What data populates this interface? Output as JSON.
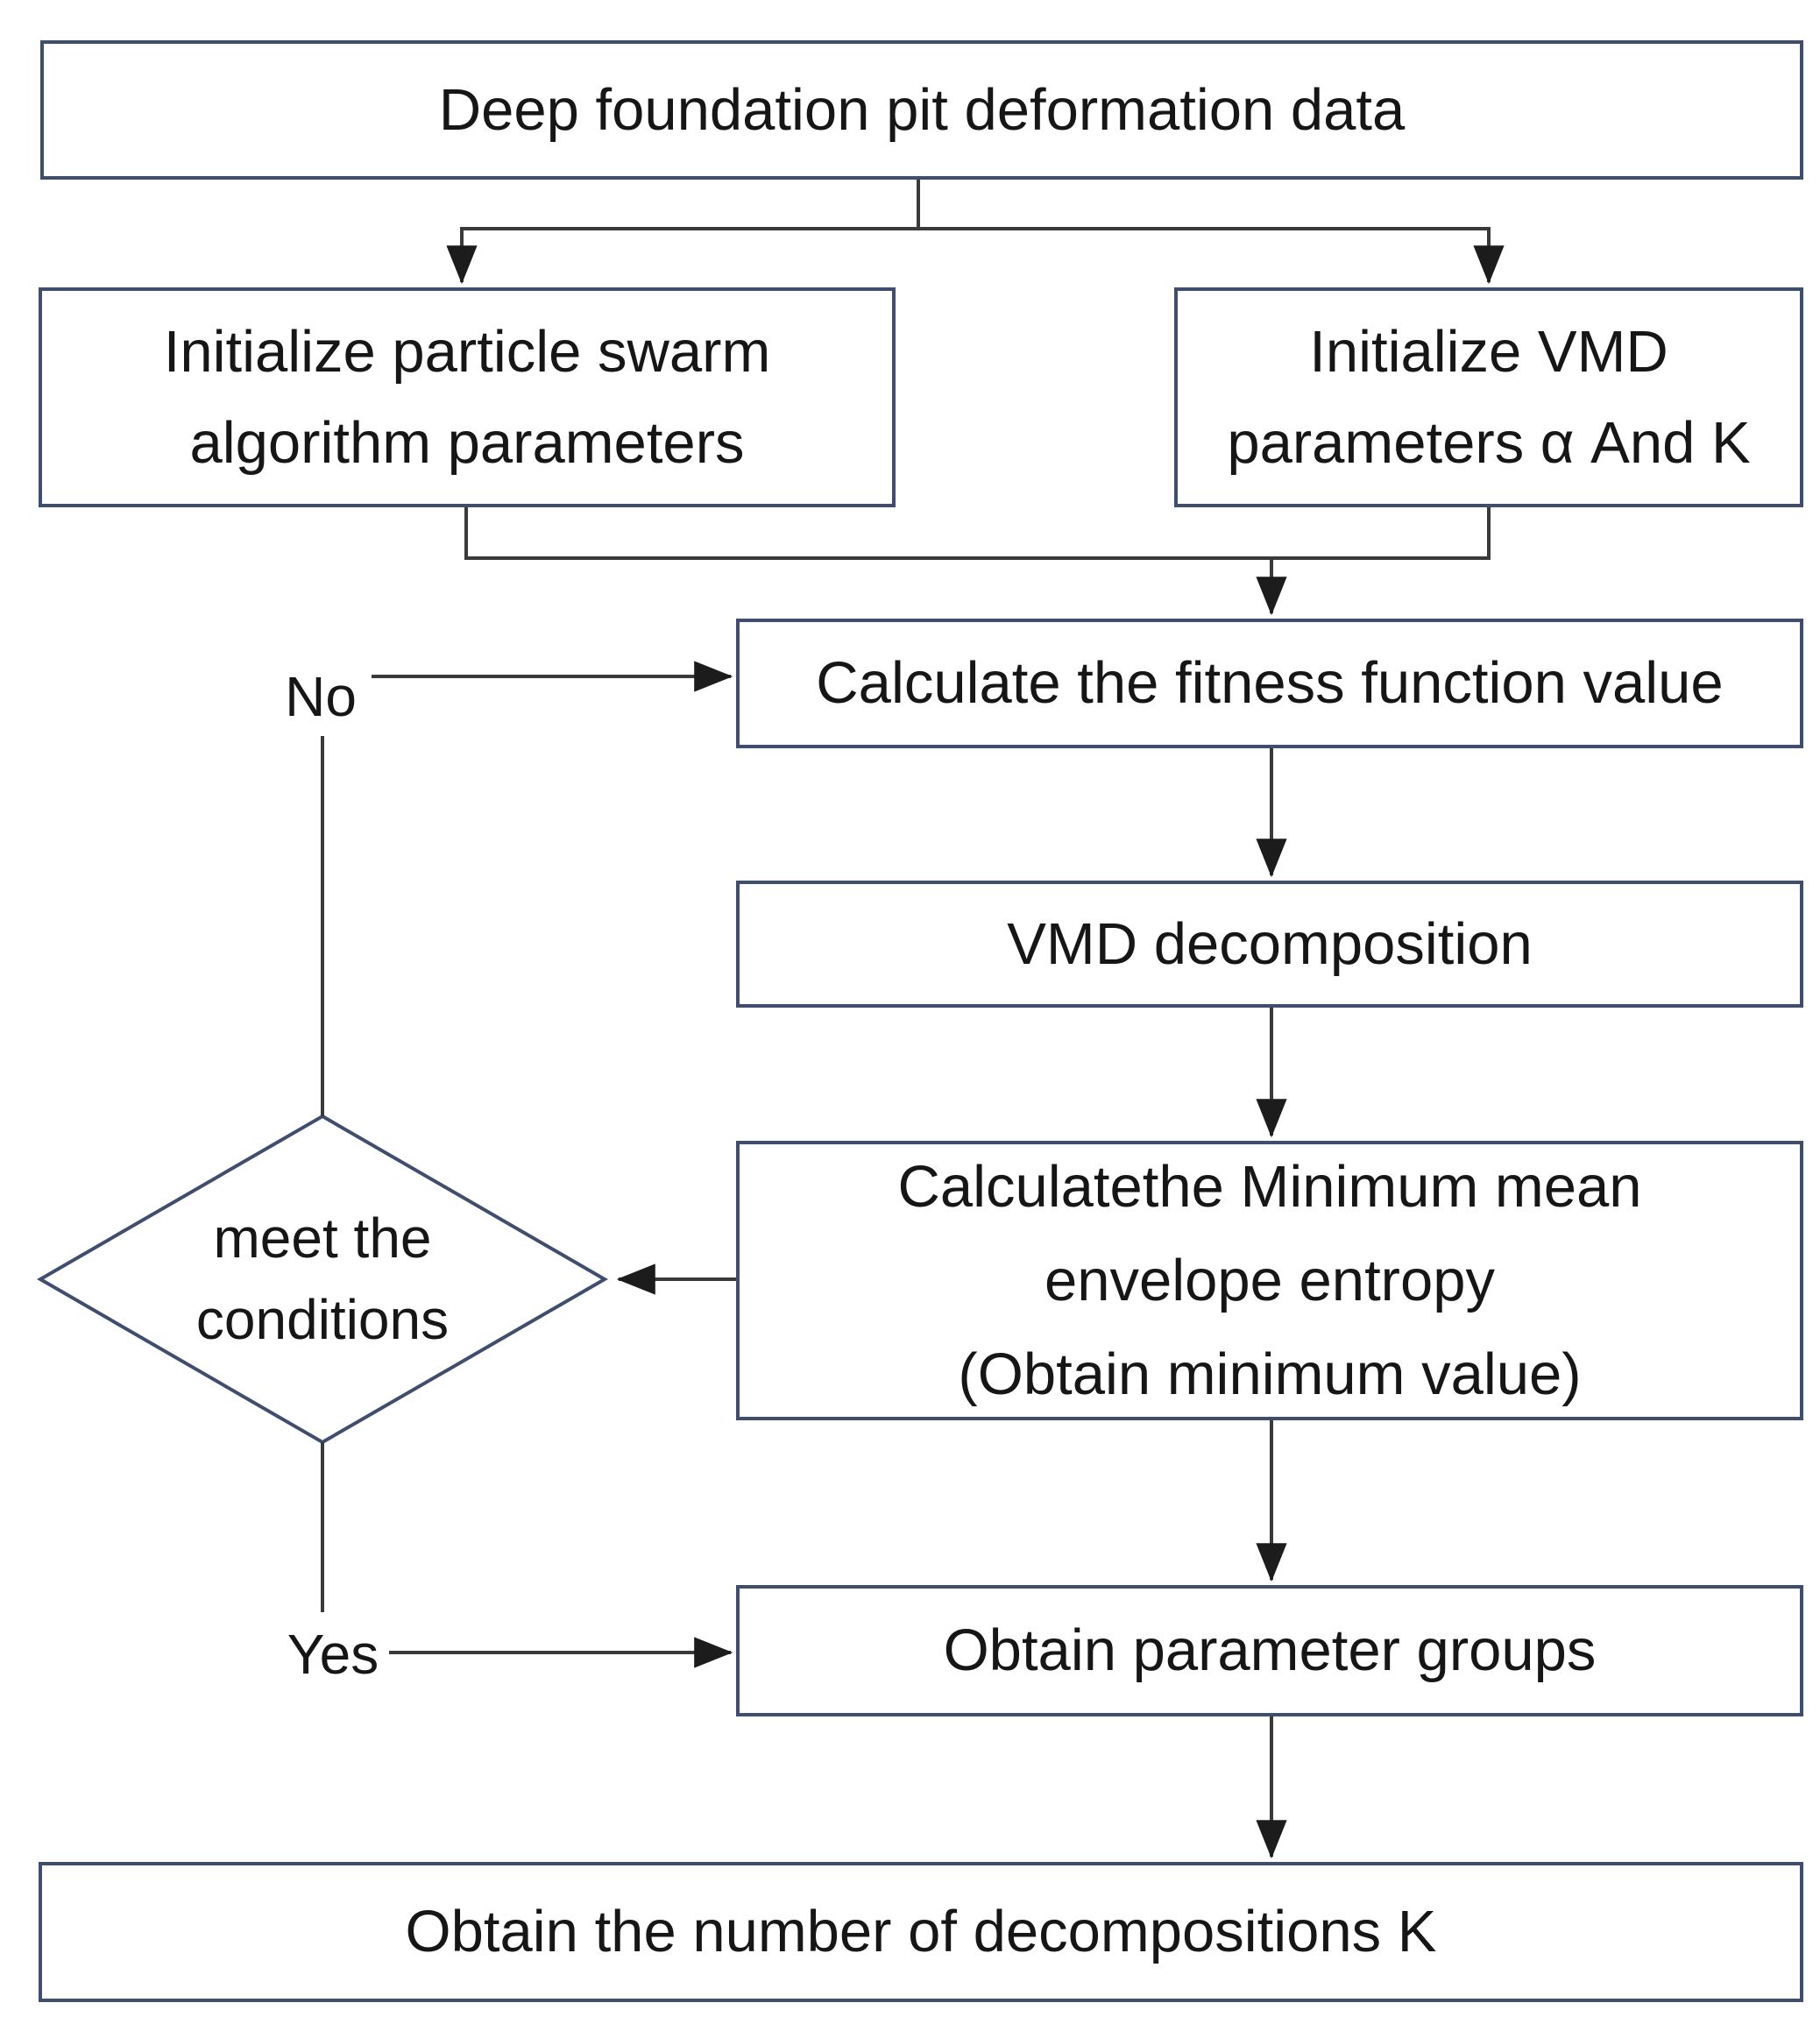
{
  "diagram": {
    "type": "flowchart",
    "nodes": {
      "deep_foundation_data": {
        "label": "Deep foundation pit deformation data"
      },
      "init_pso": {
        "lines": [
          "Initialize particle swarm",
          "algorithm parameters"
        ]
      },
      "init_vmd": {
        "lines": [
          "Initialize VMD",
          "parameters α And K"
        ]
      },
      "fitness": {
        "label": "Calculate the fitness function value"
      },
      "vmd_decomposition": {
        "label": "VMD decomposition"
      },
      "envelope_entropy": {
        "lines": [
          "Calculatethe Minimum mean",
          "envelope entropy",
          "(Obtain minimum value)"
        ]
      },
      "decision": {
        "lines": [
          "meet the",
          "conditions"
        ]
      },
      "parameter_groups": {
        "label": "Obtain parameter groups"
      },
      "decomposition_number": {
        "label": "Obtain the number of decompositions K"
      }
    },
    "edge_labels": {
      "no": "No",
      "yes": "Yes"
    },
    "colors": {
      "box_border": "#3f4e6e",
      "connector_line": "#3a3a3a",
      "arrowhead": "#1c1c1c",
      "text": "#161616",
      "background": "#ffffff"
    }
  }
}
